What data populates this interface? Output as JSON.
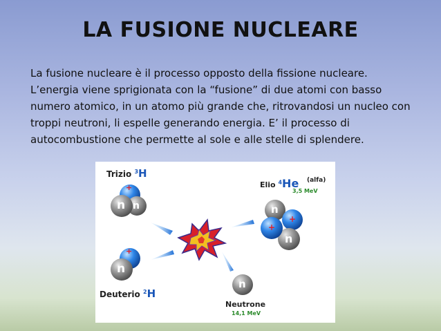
{
  "slide": {
    "title": "LA FUSIONE NUCLEARE",
    "body_lines": [
      "La fusione nucleare è il processo opposto della fissione nucleare.",
      "L’energia viene sprigionata con la “fusione” di due atomi con basso",
      "numero atomico, in un atomo più grande che, ritrovandosi un nucleo con",
      "troppi neutroni, li espelle generando energia. E’ il processo di",
      "autocombustione che permette al sole e alle stelle di splendere."
    ]
  },
  "diagram": {
    "tritium": {
      "name": "Trizio",
      "mass": "3",
      "symbol": "H"
    },
    "deuterium": {
      "name": "Deuterio",
      "mass": "2",
      "symbol": "H"
    },
    "helium": {
      "name": "Elio",
      "mass": "4",
      "symbol": "He",
      "note": "(alfa)",
      "energy": "3,5 MeV"
    },
    "neutron": {
      "name": "Neutrone",
      "energy": "14,1 MeV"
    },
    "neutron_glyph": "n",
    "proton_glyph": "+",
    "colors": {
      "neutron": "#6e6e6e",
      "proton": "#1f6fd6",
      "proton_mark": "#e0202a",
      "arrow": "#2f7ed8",
      "symbol": "#1a56b8",
      "energy": "#2a8a2a"
    }
  }
}
